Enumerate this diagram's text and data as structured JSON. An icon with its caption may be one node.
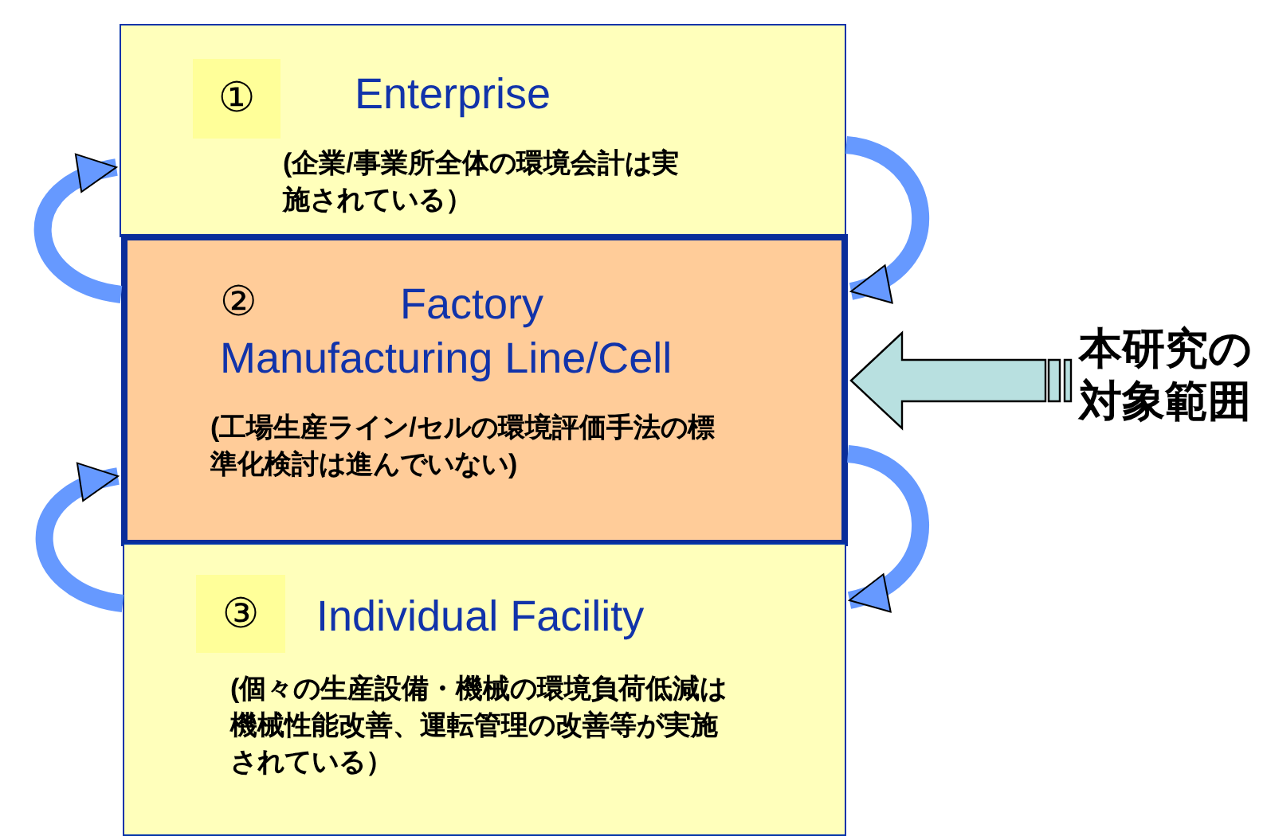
{
  "diagram": {
    "nodes": [
      {
        "text": [
          "Enterprise",
          "(企業/事業所全体の環境会計は実施されている）"
        ]
      },
      {
        "text": [
          "①"
        ],
        "in": 0
      },
      {
        "text": [
          "②",
          "Factory",
          "Manufacturing Line/Cell",
          "(工場生産ライン/セルの環境評価手法の標準化検討は進んでいない)"
        ]
      },
      {
        "text": [
          "Individual Facility",
          "(個々の生産設備・機械の環境負荷低減は機械性能改善、運転管理の改善等が実施されている）"
        ]
      },
      {
        "text": [
          "③"
        ],
        "in": 3
      },
      {
        "text": [
          "本研究の対象範囲"
        ]
      }
    ],
    "edges": [
      {
        "from": 5,
        "to": 2,
        "arrow": "to",
        "style": "thick",
        "color": "#b8e0e0"
      },
      {
        "from": 2,
        "to": 0,
        "arrow": "to"
      },
      {
        "from": 0,
        "to": 2,
        "arrow": "to"
      },
      {
        "from": 3,
        "to": 2,
        "arrow": "to"
      },
      {
        "from": 2,
        "to": 3,
        "arrow": "to"
      }
    ]
  }
}
